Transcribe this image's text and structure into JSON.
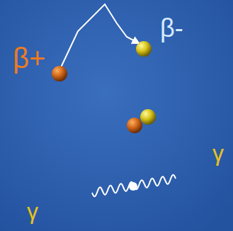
{
  "diagram": {
    "labels": [
      "β+",
      "β-",
      "γ",
      "γ"
    ]
  }
}
